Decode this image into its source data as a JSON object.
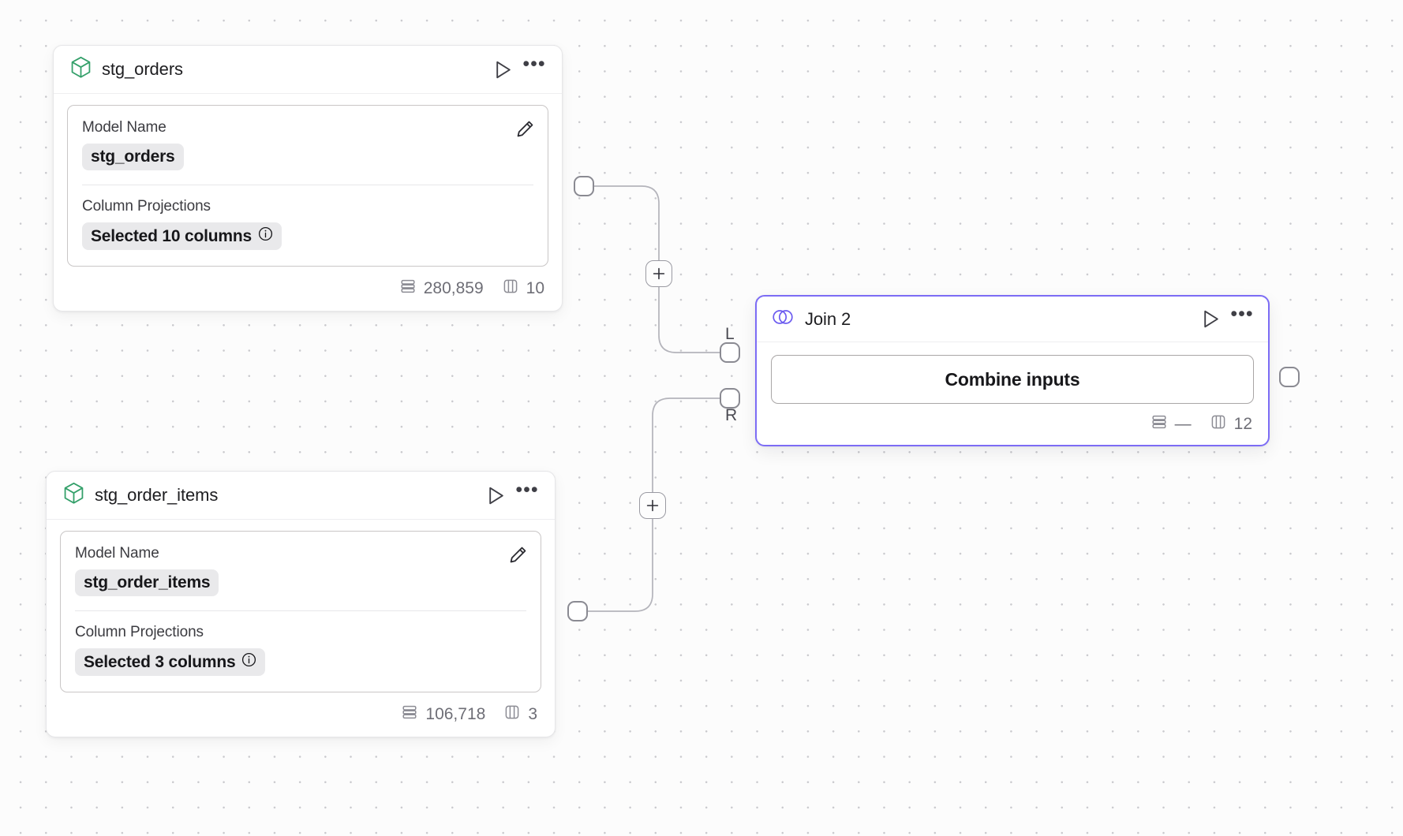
{
  "canvas": {
    "background_color": "#fcfcfc",
    "grid_dot_color": "#c9c9cd",
    "accent_color": "#7c6cf5",
    "model_icon_color": "#34a06a"
  },
  "nodes": [
    {
      "id": "stg_orders",
      "title": "stg_orders",
      "icon": "cube-icon",
      "fields": {
        "model_name_label": "Model Name",
        "model_name_value": "stg_orders",
        "column_projections_label": "Column Projections",
        "column_projections_value": "Selected 10 columns"
      },
      "stats": {
        "rows": "280,859",
        "columns": "10"
      }
    },
    {
      "id": "stg_order_items",
      "title": "stg_order_items",
      "icon": "cube-icon",
      "fields": {
        "model_name_label": "Model Name",
        "model_name_value": "stg_order_items",
        "column_projections_label": "Column Projections",
        "column_projections_value": "Selected 3 columns"
      },
      "stats": {
        "rows": "106,718",
        "columns": "3"
      }
    },
    {
      "id": "join_2",
      "title": "Join 2",
      "icon": "join-venn-icon",
      "selected": true,
      "action_label": "Combine inputs",
      "input_labels": {
        "left": "L",
        "right": "R"
      },
      "stats": {
        "rows": "—",
        "columns": "12"
      }
    }
  ],
  "edges": [
    {
      "from": "stg_orders",
      "to": "join_2",
      "to_port": "L",
      "has_add_button": true,
      "add_label": "+"
    },
    {
      "from": "stg_order_items",
      "to": "join_2",
      "to_port": "R",
      "has_add_button": true,
      "add_label": "+"
    }
  ],
  "icons": {
    "run": "play-icon",
    "menu": "ellipsis-icon",
    "edit": "pencil-icon",
    "info": "info-icon",
    "rows": "rows-icon",
    "columns": "columns-icon",
    "add": "plus-icon"
  }
}
